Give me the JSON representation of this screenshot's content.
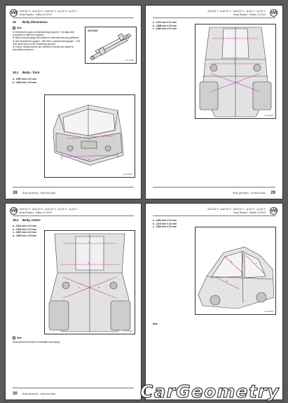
{
  "header": {
    "line1": "Audi Q3 ➜ , Audi Q3 ➜ , Audi Q3 ➜ , up Q3 ➜ , up Q3 ➜",
    "line2": "Body Repairs - Edition 12.2013"
  },
  "footer_text": "Body geometry - technical data",
  "page1": {
    "page_number": "28",
    "section_number": "19",
    "section_title": "Body dimensions",
    "note_label": "Note",
    "notes": [
      "Dimensions apply to dimensioning purposes. The alignment procedure is valid for bodywork.",
      "Body removal gauge information to meet dimensional guidelines.",
      "Use assessment gauges - with VAS or assessment gauges - to fit VAS dimensions for the measuring process.",
      "Ensure measurements are collected correctly and repeat to accurately measured."
    ],
    "tool_label": "VAS 6165",
    "tool_code": "A41-10183",
    "subsection_number": "19.1",
    "subsection_title": "Body - front",
    "measurements": [
      "a - 1500 mm ± 3.0 mm",
      "b - 1600 mm ± 3.0 mm"
    ],
    "figure_code": "A41-10481",
    "figure_letters": [
      "a",
      "b"
    ]
  },
  "page2": {
    "page_number": "29",
    "measurements": [
      "a - 1379 mm ± 3.0 mm",
      "b - 1058 mm ± 3.0 mm",
      "c - 1460 mm ± 3.0 mm"
    ],
    "figure_code": "A41-10482",
    "figure_letters": [
      "a",
      "b",
      "c"
    ]
  },
  "page3": {
    "page_number": "30",
    "section_number": "19.2",
    "section_title": "Body, centre",
    "measurements": [
      "a - 1024 mm ± 3.0 mm",
      "b - 1042 mm ± 3.0 mm",
      "c - 1200 mm ± 3.0 mm",
      "d - 1049 mm ± 3.0 mm"
    ],
    "figure_code": "A41-10483",
    "note_label": "Note",
    "note_text": "Measurement tolerance: Immediate body flange",
    "figure_letters": [
      "a",
      "b",
      "c",
      "d"
    ]
  },
  "page4": {
    "measurements": [
      "a - 1520 mm ± 3.0 mm",
      "b - 1279 mm ± 3.0 mm",
      "c - 1283 mm ± 3.0 mm"
    ],
    "figure_code": "A41-10484",
    "note_label": "Note",
    "figure_letters": [
      "a",
      "b",
      "c"
    ]
  },
  "watermark": "CarGeometry",
  "colors": {
    "background": "#5a5a5a",
    "page": "#ffffff",
    "dimension_line": "#c63bb4",
    "ink": "#222222"
  }
}
